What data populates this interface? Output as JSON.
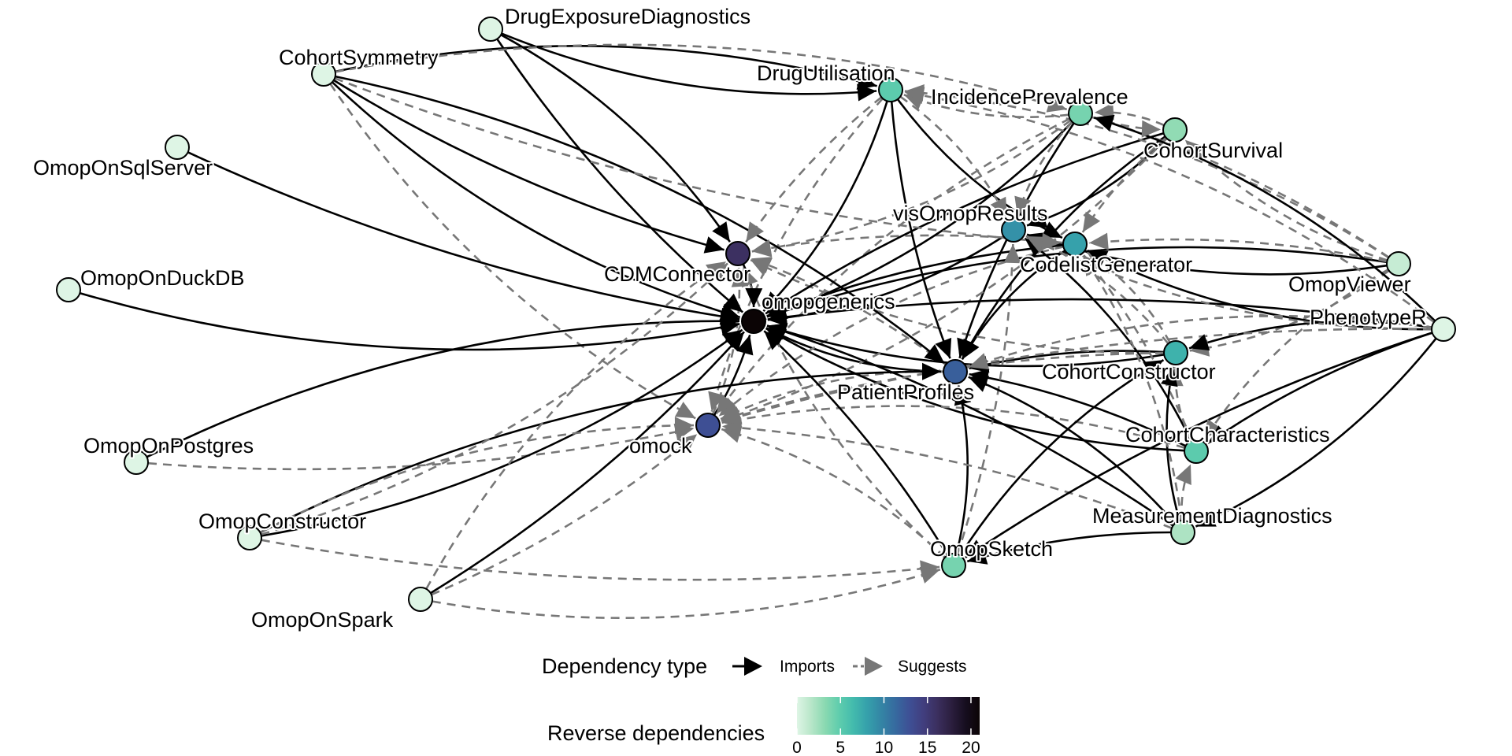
{
  "chart_data": {
    "type": "network",
    "title": "",
    "nodes": [
      {
        "id": "omopgenerics",
        "label": "omopgenerics",
        "reverse_dependencies": 21
      },
      {
        "id": "CDMConnector",
        "label": "CDMConnector",
        "reverse_dependencies": 16
      },
      {
        "id": "omock",
        "label": "omock",
        "reverse_dependencies": 13
      },
      {
        "id": "PatientProfiles",
        "label": "PatientProfiles",
        "reverse_dependencies": 12
      },
      {
        "id": "visOmopResults",
        "label": "visOmopResults",
        "reverse_dependencies": 9
      },
      {
        "id": "CodelistGenerator",
        "label": "CodelistGenerator",
        "reverse_dependencies": 8
      },
      {
        "id": "CohortConstructor",
        "label": "CohortConstructor",
        "reverse_dependencies": 7
      },
      {
        "id": "DrugUtilisation",
        "label": "DrugUtilisation",
        "reverse_dependencies": 5
      },
      {
        "id": "CohortCharacteristics",
        "label": "CohortCharacteristics",
        "reverse_dependencies": 5
      },
      {
        "id": "IncidencePrevalence",
        "label": "IncidencePrevalence",
        "reverse_dependencies": 4
      },
      {
        "id": "OmopSketch",
        "label": "OmopSketch",
        "reverse_dependencies": 4
      },
      {
        "id": "CohortSurvival",
        "label": "CohortSurvival",
        "reverse_dependencies": 3
      },
      {
        "id": "MeasurementDiagnostics",
        "label": "MeasurementDiagnostics",
        "reverse_dependencies": 2
      },
      {
        "id": "OmopViewer",
        "label": "OmopViewer",
        "reverse_dependencies": 1
      },
      {
        "id": "PhenotypeR",
        "label": "PhenotypeR",
        "reverse_dependencies": 0
      },
      {
        "id": "DrugExposureDiagnostics",
        "label": "DrugExposureDiagnostics",
        "reverse_dependencies": 0
      },
      {
        "id": "CohortSymmetry",
        "label": "CohortSymmetry",
        "reverse_dependencies": 0
      },
      {
        "id": "OmopOnSqlServer",
        "label": "OmopOnSqlServer",
        "reverse_dependencies": 0
      },
      {
        "id": "OmopOnDuckDB",
        "label": "OmopOnDuckDB",
        "reverse_dependencies": 0
      },
      {
        "id": "OmopOnPostgres",
        "label": "OmopOnPostgres",
        "reverse_dependencies": 0
      },
      {
        "id": "OmopConstructor",
        "label": "OmopConstructor",
        "reverse_dependencies": 0
      },
      {
        "id": "OmopOnSpark",
        "label": "OmopOnSpark",
        "reverse_dependencies": 0
      }
    ],
    "edges": [
      {
        "from": "CDMConnector",
        "to": "omopgenerics",
        "type": "Imports"
      },
      {
        "from": "omock",
        "to": "omopgenerics",
        "type": "Imports"
      },
      {
        "from": "omock",
        "to": "CDMConnector",
        "type": "Suggests"
      },
      {
        "from": "PatientProfiles",
        "to": "omopgenerics",
        "type": "Imports"
      },
      {
        "from": "PatientProfiles",
        "to": "CDMConnector",
        "type": "Suggests"
      },
      {
        "from": "PatientProfiles",
        "to": "omock",
        "type": "Suggests"
      },
      {
        "from": "visOmopResults",
        "to": "omopgenerics",
        "type": "Imports"
      },
      {
        "from": "CodelistGenerator",
        "to": "omopgenerics",
        "type": "Imports"
      },
      {
        "from": "CodelistGenerator",
        "to": "PatientProfiles",
        "type": "Imports"
      },
      {
        "from": "CodelistGenerator",
        "to": "visOmopResults",
        "type": "Imports"
      },
      {
        "from": "CodelistGenerator",
        "to": "CDMConnector",
        "type": "Suggests"
      },
      {
        "from": "CodelistGenerator",
        "to": "omock",
        "type": "Suggests"
      },
      {
        "from": "CohortConstructor",
        "to": "omopgenerics",
        "type": "Imports"
      },
      {
        "from": "CohortConstructor",
        "to": "PatientProfiles",
        "type": "Imports"
      },
      {
        "from": "CohortConstructor",
        "to": "CodelistGenerator",
        "type": "Suggests"
      },
      {
        "from": "CohortConstructor",
        "to": "CDMConnector",
        "type": "Suggests"
      },
      {
        "from": "CohortConstructor",
        "to": "omock",
        "type": "Suggests"
      },
      {
        "from": "CohortConstructor",
        "to": "visOmopResults",
        "type": "Suggests"
      },
      {
        "from": "DrugUtilisation",
        "to": "omopgenerics",
        "type": "Imports"
      },
      {
        "from": "DrugUtilisation",
        "to": "PatientProfiles",
        "type": "Imports"
      },
      {
        "from": "DrugUtilisation",
        "to": "CodelistGenerator",
        "type": "Imports"
      },
      {
        "from": "DrugUtilisation",
        "to": "visOmopResults",
        "type": "Suggests"
      },
      {
        "from": "DrugUtilisation",
        "to": "CDMConnector",
        "type": "Suggests"
      },
      {
        "from": "DrugUtilisation",
        "to": "omock",
        "type": "Suggests"
      },
      {
        "from": "CohortCharacteristics",
        "to": "omopgenerics",
        "type": "Imports"
      },
      {
        "from": "CohortCharacteristics",
        "to": "PatientProfiles",
        "type": "Imports"
      },
      {
        "from": "CohortCharacteristics",
        "to": "visOmopResults",
        "type": "Imports"
      },
      {
        "from": "CohortCharacteristics",
        "to": "CohortConstructor",
        "type": "Suggests"
      },
      {
        "from": "CohortCharacteristics",
        "to": "CodelistGenerator",
        "type": "Suggests"
      },
      {
        "from": "CohortCharacteristics",
        "to": "omock",
        "type": "Suggests"
      },
      {
        "from": "IncidencePrevalence",
        "to": "omopgenerics",
        "type": "Imports"
      },
      {
        "from": "IncidencePrevalence",
        "to": "PatientProfiles",
        "type": "Imports"
      },
      {
        "from": "IncidencePrevalence",
        "to": "visOmopResults",
        "type": "Suggests"
      },
      {
        "from": "IncidencePrevalence",
        "to": "CDMConnector",
        "type": "Suggests"
      },
      {
        "from": "IncidencePrevalence",
        "to": "CohortSurvival",
        "type": "Suggests"
      },
      {
        "from": "IncidencePrevalence",
        "to": "omock",
        "type": "Suggests"
      },
      {
        "from": "IncidencePrevalence",
        "to": "DrugUtilisation",
        "type": "Suggests"
      },
      {
        "from": "OmopSketch",
        "to": "omopgenerics",
        "type": "Imports"
      },
      {
        "from": "OmopSketch",
        "to": "PatientProfiles",
        "type": "Imports"
      },
      {
        "from": "OmopSketch",
        "to": "CohortConstructor",
        "type": "Imports"
      },
      {
        "from": "OmopSketch",
        "to": "visOmopResults",
        "type": "Suggests"
      },
      {
        "from": "OmopSketch",
        "to": "omock",
        "type": "Suggests"
      },
      {
        "from": "OmopSketch",
        "to": "CDMConnector",
        "type": "Suggests"
      },
      {
        "from": "CohortSurvival",
        "to": "omopgenerics",
        "type": "Imports"
      },
      {
        "from": "CohortSurvival",
        "to": "PatientProfiles",
        "type": "Imports"
      },
      {
        "from": "CohortSurvival",
        "to": "visOmopResults",
        "type": "Imports"
      },
      {
        "from": "CohortSurvival",
        "to": "CodelistGenerator",
        "type": "Suggests"
      },
      {
        "from": "CohortSurvival",
        "to": "IncidencePrevalence",
        "type": "Suggests"
      },
      {
        "from": "CohortSurvival",
        "to": "omock",
        "type": "Suggests"
      },
      {
        "from": "MeasurementDiagnostics",
        "to": "omopgenerics",
        "type": "Imports"
      },
      {
        "from": "MeasurementDiagnostics",
        "to": "PatientProfiles",
        "type": "Imports"
      },
      {
        "from": "MeasurementDiagnostics",
        "to": "CohortConstructor",
        "type": "Imports"
      },
      {
        "from": "MeasurementDiagnostics",
        "to": "OmopSketch",
        "type": "Imports"
      },
      {
        "from": "MeasurementDiagnostics",
        "to": "CodelistGenerator",
        "type": "Suggests"
      },
      {
        "from": "MeasurementDiagnostics",
        "to": "CohortCharacteristics",
        "type": "Suggests"
      },
      {
        "from": "MeasurementDiagnostics",
        "to": "omock",
        "type": "Suggests"
      },
      {
        "from": "OmopViewer",
        "to": "omopgenerics",
        "type": "Imports"
      },
      {
        "from": "OmopViewer",
        "to": "visOmopResults",
        "type": "Imports"
      },
      {
        "from": "OmopViewer",
        "to": "CodelistGenerator",
        "type": "Suggests"
      },
      {
        "from": "OmopViewer",
        "to": "CohortCharacteristics",
        "type": "Suggests"
      },
      {
        "from": "OmopViewer",
        "to": "CohortSurvival",
        "type": "Suggests"
      },
      {
        "from": "OmopViewer",
        "to": "IncidencePrevalence",
        "type": "Suggests"
      },
      {
        "from": "OmopViewer",
        "to": "DrugUtilisation",
        "type": "Suggests"
      },
      {
        "from": "OmopViewer",
        "to": "CohortConstructor",
        "type": "Suggests"
      },
      {
        "from": "PhenotypeR",
        "to": "omopgenerics",
        "type": "Imports"
      },
      {
        "from": "PhenotypeR",
        "to": "CohortConstructor",
        "type": "Imports"
      },
      {
        "from": "PhenotypeR",
        "to": "CodelistGenerator",
        "type": "Imports"
      },
      {
        "from": "PhenotypeR",
        "to": "CohortCharacteristics",
        "type": "Imports"
      },
      {
        "from": "PhenotypeR",
        "to": "IncidencePrevalence",
        "type": "Imports"
      },
      {
        "from": "PhenotypeR",
        "to": "MeasurementDiagnostics",
        "type": "Imports"
      },
      {
        "from": "PhenotypeR",
        "to": "OmopSketch",
        "type": "Imports"
      },
      {
        "from": "PhenotypeR",
        "to": "PatientProfiles",
        "type": "Suggests"
      },
      {
        "from": "PhenotypeR",
        "to": "visOmopResults",
        "type": "Suggests"
      },
      {
        "from": "PhenotypeR",
        "to": "omock",
        "type": "Suggests"
      },
      {
        "from": "PhenotypeR",
        "to": "DrugUtilisation",
        "type": "Suggests"
      },
      {
        "from": "DrugExposureDiagnostics",
        "to": "CDMConnector",
        "type": "Imports"
      },
      {
        "from": "DrugExposureDiagnostics",
        "to": "omopgenerics",
        "type": "Imports"
      },
      {
        "from": "DrugExposureDiagnostics",
        "to": "DrugUtilisation",
        "type": "Imports"
      },
      {
        "from": "CohortSymmetry",
        "to": "DrugUtilisation",
        "type": "Imports"
      },
      {
        "from": "CohortSymmetry",
        "to": "CDMConnector",
        "type": "Imports"
      },
      {
        "from": "CohortSymmetry",
        "to": "omopgenerics",
        "type": "Imports"
      },
      {
        "from": "CohortSymmetry",
        "to": "PatientProfiles",
        "type": "Imports"
      },
      {
        "from": "CohortSymmetry",
        "to": "CodelistGenerator",
        "type": "Suggests"
      },
      {
        "from": "CohortSymmetry",
        "to": "omock",
        "type": "Suggests"
      },
      {
        "from": "CohortSymmetry",
        "to": "IncidencePrevalence",
        "type": "Suggests"
      },
      {
        "from": "OmopOnSqlServer",
        "to": "omopgenerics",
        "type": "Imports"
      },
      {
        "from": "OmopOnDuckDB",
        "to": "omopgenerics",
        "type": "Imports"
      },
      {
        "from": "OmopOnPostgres",
        "to": "omopgenerics",
        "type": "Imports"
      },
      {
        "from": "OmopOnPostgres",
        "to": "omock",
        "type": "Suggests"
      },
      {
        "from": "OmopConstructor",
        "to": "omopgenerics",
        "type": "Imports"
      },
      {
        "from": "OmopConstructor",
        "to": "PatientProfiles",
        "type": "Imports"
      },
      {
        "from": "OmopConstructor",
        "to": "OmopSketch",
        "type": "Suggests"
      },
      {
        "from": "OmopConstructor",
        "to": "CDMConnector",
        "type": "Suggests"
      },
      {
        "from": "OmopConstructor",
        "to": "omock",
        "type": "Suggests"
      },
      {
        "from": "OmopOnSpark",
        "to": "omopgenerics",
        "type": "Imports"
      },
      {
        "from": "OmopOnSpark",
        "to": "OmopSketch",
        "type": "Suggests"
      },
      {
        "from": "OmopOnSpark",
        "to": "CDMConnector",
        "type": "Suggests"
      },
      {
        "from": "OmopOnSpark",
        "to": "omock",
        "type": "Suggests"
      }
    ],
    "legend": {
      "edge_legend_title": "Dependency type",
      "edge_types": [
        {
          "label": "Imports",
          "line": "solid",
          "color": "#000000"
        },
        {
          "label": "Suggests",
          "line": "dashed",
          "color": "#777777"
        }
      ],
      "color_legend_title": "Reverse dependencies",
      "color_scale": {
        "min": 0,
        "max": 21,
        "ticks": [
          0,
          5,
          10,
          15,
          20
        ],
        "tick_labels": [
          "0",
          "5",
          "10",
          "15",
          "20"
        ],
        "palette": [
          "#def5e5",
          "#b8e6c9",
          "#8ad9b1",
          "#5fcdad",
          "#43bbad",
          "#35a0ab",
          "#3485a5",
          "#366a9f",
          "#3e5095",
          "#413e7e",
          "#3b2f5e",
          "#2b1e3e",
          "#160e1f",
          "#0b0405"
        ]
      },
      "placement": "bottom"
    }
  }
}
